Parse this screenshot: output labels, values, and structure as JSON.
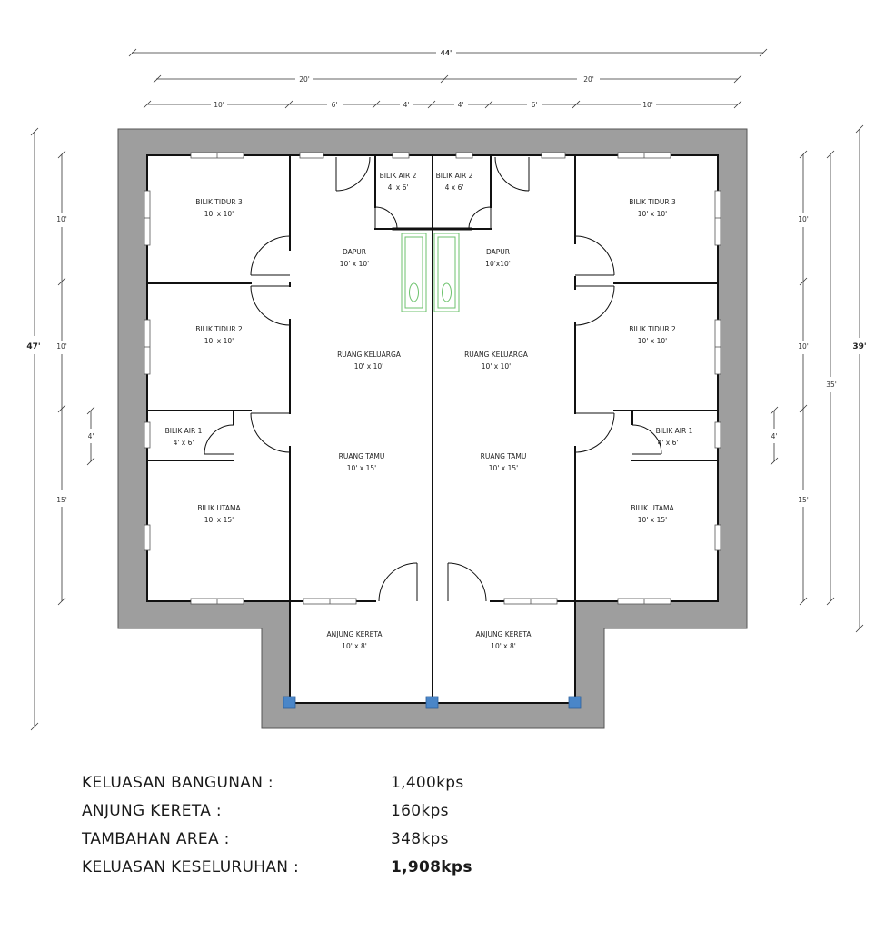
{
  "dimensions": {
    "total_width": "44'",
    "half_width_left": "20'",
    "half_width_right": "20'",
    "seg_10_left": "10'",
    "seg_6_left": "6'",
    "seg_4_left": "4'",
    "seg_4_right": "4'",
    "seg_6_right": "6'",
    "seg_10_right": "10'",
    "left_total": "47'",
    "left_10_top": "10'",
    "left_10_mid": "10'",
    "left_4": "4'",
    "left_15": "15'",
    "right_total": "39'",
    "right_35": "35'",
    "right_10_top": "10'",
    "right_10_mid": "10'",
    "right_4": "4'",
    "right_15": "15'"
  },
  "rooms_left": {
    "bilik_tidur_3": {
      "name": "BILIK TIDUR 3",
      "size": "10' x 10'"
    },
    "bilik_tidur_2": {
      "name": "BILIK TIDUR 2",
      "size": "10' x 10'"
    },
    "bilik_air_1": {
      "name": "BILIK AIR 1",
      "size": "4' x 6'"
    },
    "bilik_utama": {
      "name": "BILIK UTAMA",
      "size": "10' x 15'"
    },
    "bilik_air_2": {
      "name": "BILIK AIR 2",
      "size": "4' x 6'"
    },
    "dapur": {
      "name": "DAPUR",
      "size": "10' x 10'"
    },
    "ruang_keluarga": {
      "name": "RUANG KELUARGA",
      "size": "10' x 10'"
    },
    "ruang_tamu": {
      "name": "RUANG TAMU",
      "size": "10' x 15'"
    },
    "anjung_kereta": {
      "name": "ANJUNG KERETA",
      "size": "10' x 8'"
    }
  },
  "rooms_right": {
    "bilik_tidur_3": {
      "name": "BILIK TIDUR 3",
      "size": "10' x 10'"
    },
    "bilik_tidur_2": {
      "name": "BILIK TIDUR 2",
      "size": "10' x 10'"
    },
    "bilik_air_1": {
      "name": "BILIK AIR 1",
      "size": "4' x 6'"
    },
    "bilik_utama": {
      "name": "BILIK UTAMA",
      "size": "10' x 15'"
    },
    "bilik_air_2": {
      "name": "BILIK AIR 2",
      "size": "4 x 6'"
    },
    "dapur": {
      "name": "DAPUR",
      "size": "10'x10'"
    },
    "ruang_keluarga": {
      "name": "RUANG KELUARGA",
      "size": "10' x 10'"
    },
    "ruang_tamu": {
      "name": "RUANG TAMU",
      "size": "10' x 15'"
    },
    "anjung_kereta": {
      "name": "ANJUNG KERETA",
      "size": "10' x 8'"
    }
  },
  "summary": [
    {
      "label": "KELUASAN BANGUNAN :",
      "value": "1,400kps"
    },
    {
      "label": "ANJUNG KERETA :",
      "value": "160kps"
    },
    {
      "label": "TAMBAHAN AREA :",
      "value": "348kps"
    },
    {
      "label": "KELUASAN KESELURUHAN :",
      "value": "1,908kps"
    }
  ],
  "colors": {
    "outer_wall": "#9e9e9e",
    "wall_line": "#111111",
    "column": "#4a86c8",
    "bathtub": "#6cc26c"
  }
}
